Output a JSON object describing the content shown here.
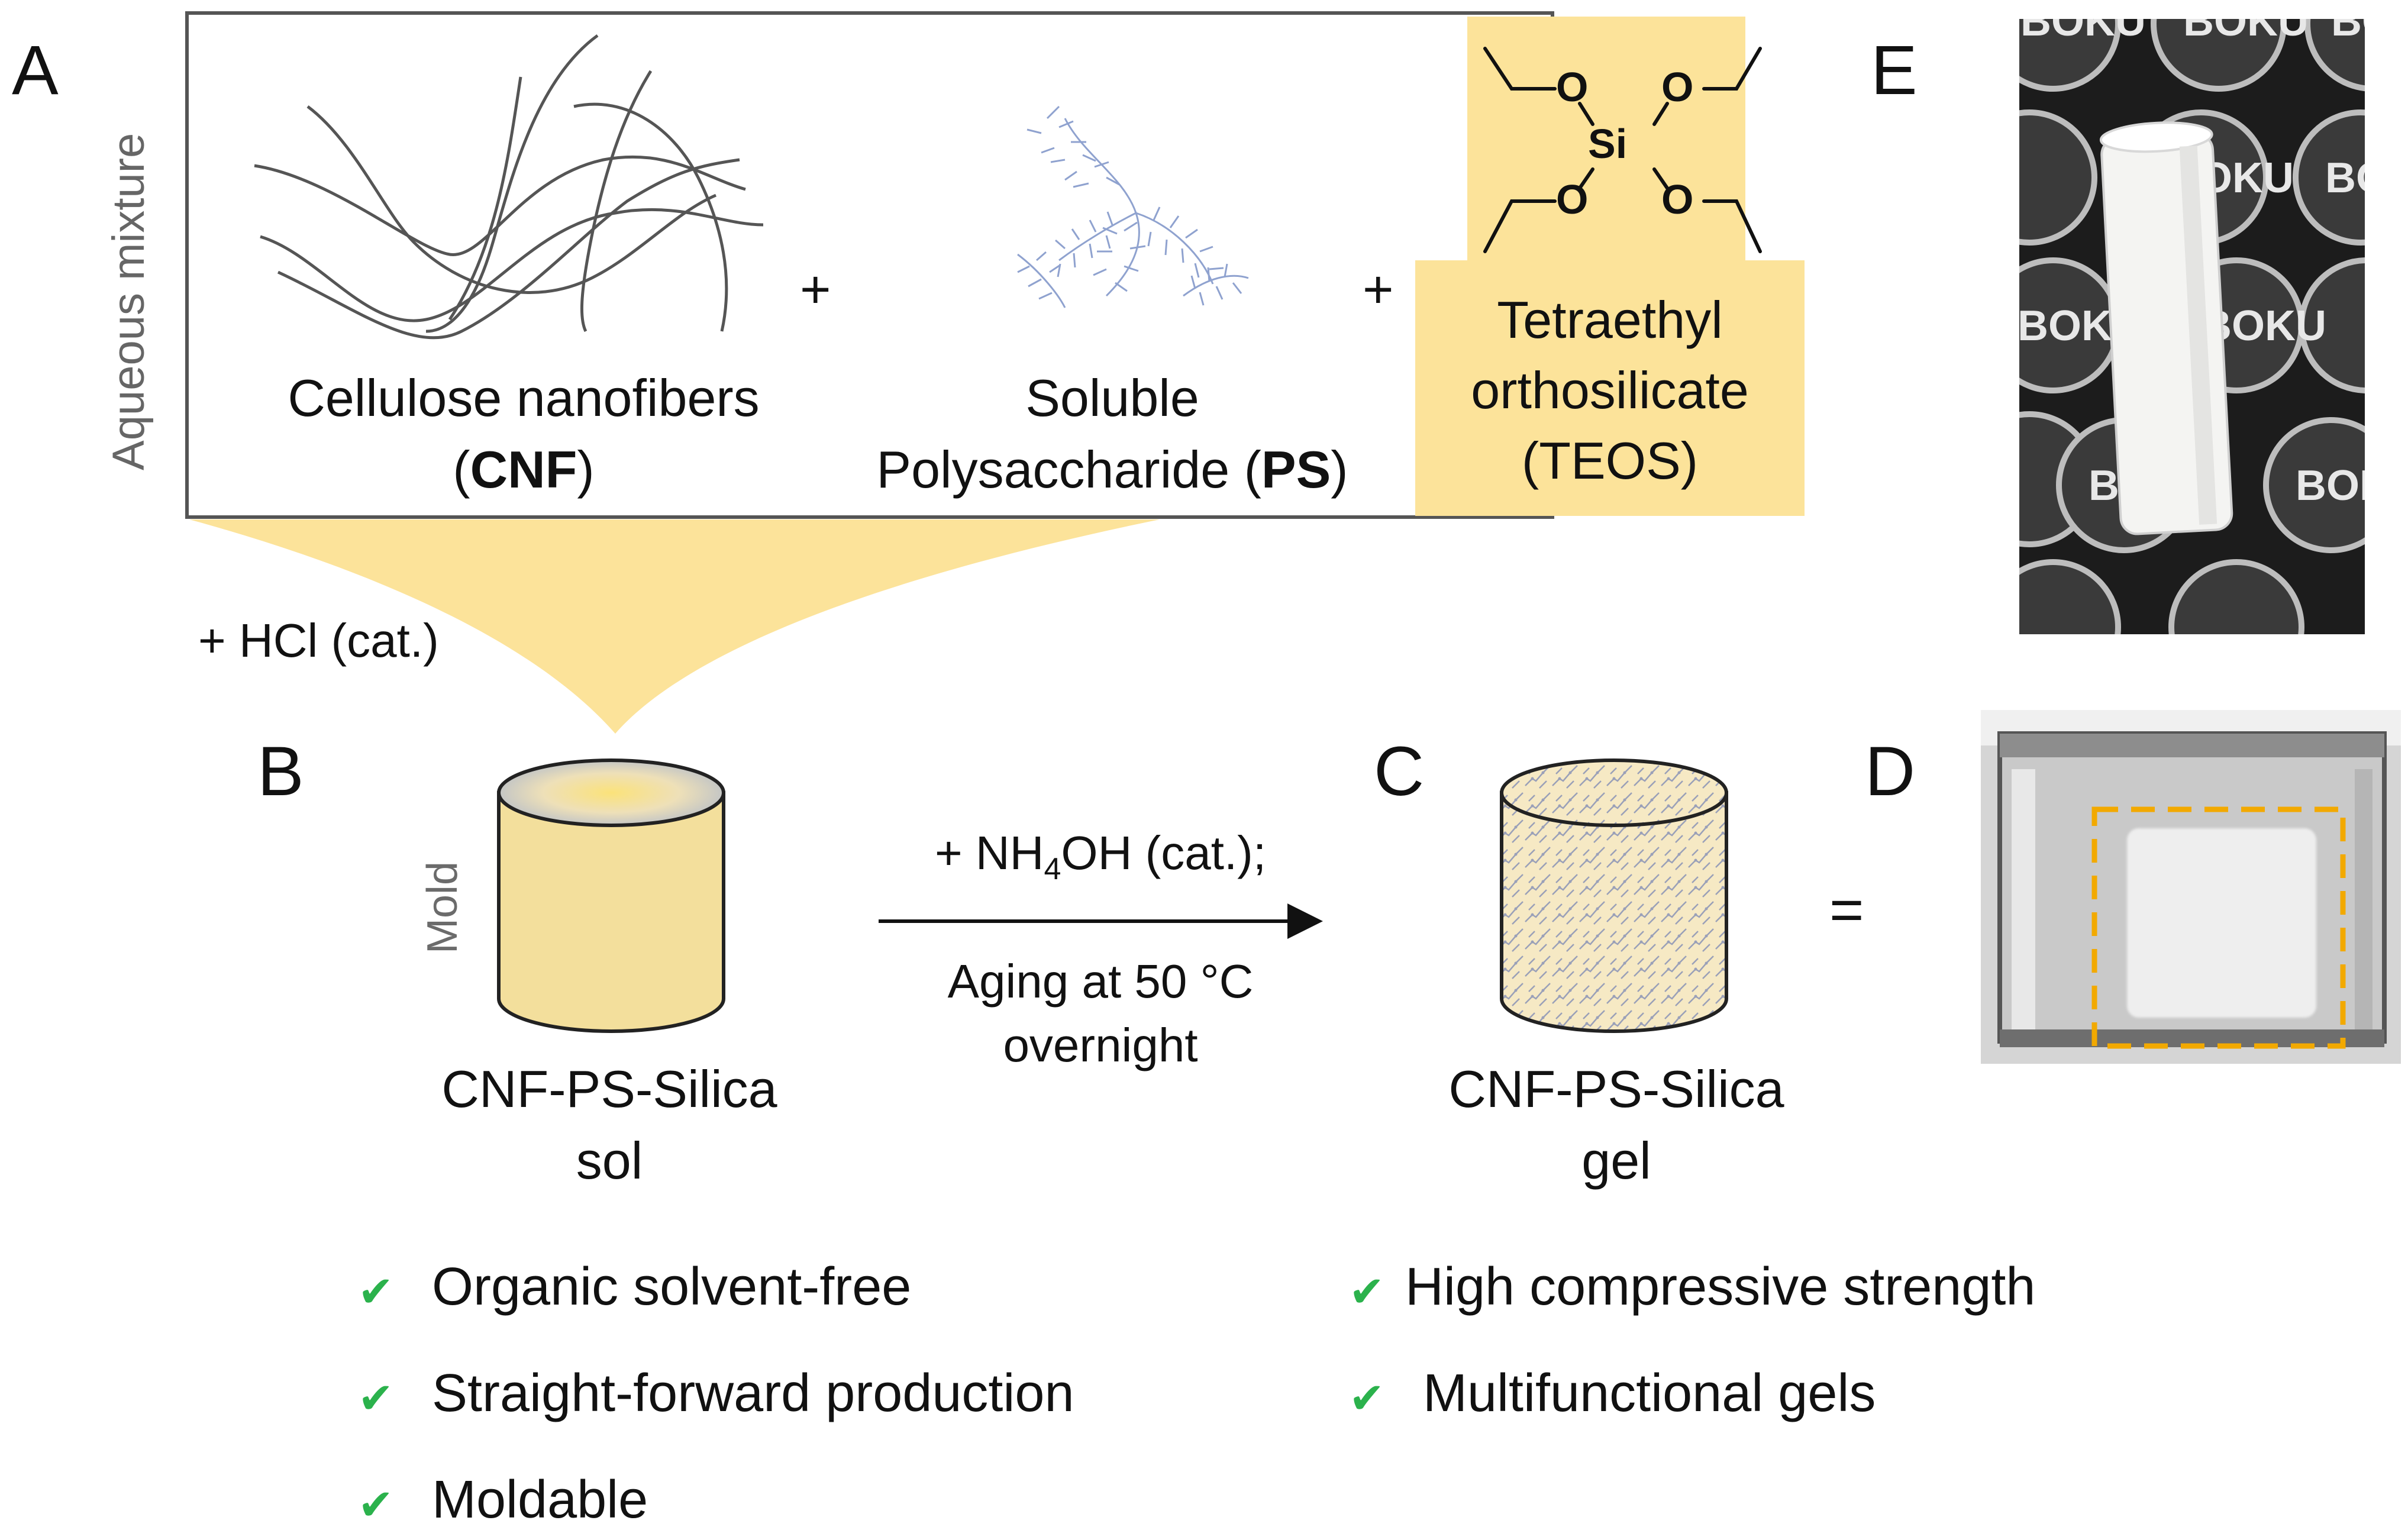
{
  "panels": {
    "a": "A",
    "b": "B",
    "c": "C",
    "d": "D",
    "e": "E"
  },
  "mixture_label": "Aqueous mixture",
  "components": {
    "cnf": {
      "line1": "Cellulose nanofibers",
      "open": "(",
      "abbr": "CNF",
      "close": ")"
    },
    "ps": {
      "line1": "Soluble",
      "line2_prefix": "Polysaccharide (",
      "abbr": "PS",
      "close": ")"
    },
    "teos": {
      "line1": "Tetraethyl",
      "line2": "orthosilicate",
      "line3": "(TEOS)"
    },
    "plus": "+"
  },
  "molecule": {
    "o": "O",
    "si": "Si"
  },
  "catalyst_hcl": "+ HCl (cat.)",
  "mold_label": "Mold",
  "sol_label": {
    "line1": "CNF-PS-Silica",
    "line2": "sol"
  },
  "gel_label": {
    "line1": "CNF-PS-Silica",
    "line2": "gel"
  },
  "conditions": {
    "top_prefix": "+ NH",
    "top_sub": "4",
    "top_suffix": "OH (cat.);",
    "line2": "Aging  at 50 °C",
    "line3": "overnight"
  },
  "equals": "=",
  "photo_logo": "BOKU",
  "benefits_left": [
    "Organic solvent-free",
    "Straight-forward production",
    "Moldable"
  ],
  "benefits_right": [
    "High compressive strength",
    "Multifunctional gels"
  ],
  "check_icon": "✔",
  "colors": {
    "accent_yellow": "#fce39a",
    "cylinder_fill": "#f3df9c",
    "check_green": "#2bb24c",
    "highlight_orange": "#f2a900"
  }
}
